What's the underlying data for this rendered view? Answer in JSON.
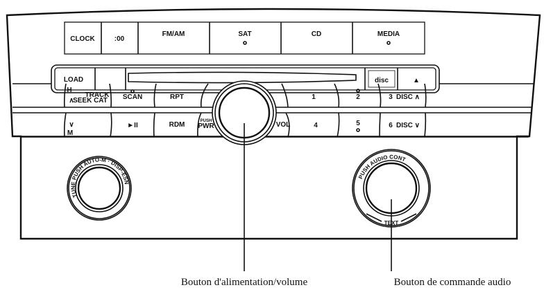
{
  "top_row": [
    "CLOCK",
    ":00",
    "FM/AM",
    "SAT",
    "CD",
    "MEDIA"
  ],
  "load_row": {
    "load": "LOAD",
    "disc_logo": "disc",
    "eject": "▲"
  },
  "left_buttons": {
    "seek_up_h": "H",
    "seek_up_arrow": "∧",
    "track": "TRACK",
    "seek_cat": "SEEK CAT",
    "seek_down_arrow": "∨",
    "seek_down_m": "M",
    "scan": "SCAN",
    "play_pause": "►II",
    "rpt": "RPT",
    "rdm": "RDM",
    "push": "PUSH",
    "pwr": "PWR"
  },
  "right_buttons": {
    "vol": "VOL",
    "preset1": "1",
    "preset2": "2",
    "preset3": "3",
    "disc_up": "DISC ∧",
    "preset4": "4",
    "preset5": "5",
    "preset6": "6",
    "disc_down": "DISC ∨"
  },
  "tune_knob_ring": "TUNE PUSH AUTO-M · DISP-ESN",
  "audio_knob_ring": "PUSH AUDIO CONT",
  "audio_knob_bottom": "TEXT",
  "captions": {
    "power_volume": "Bouton d'alimentation/volume",
    "audio_control": "Bouton de commande audio"
  }
}
